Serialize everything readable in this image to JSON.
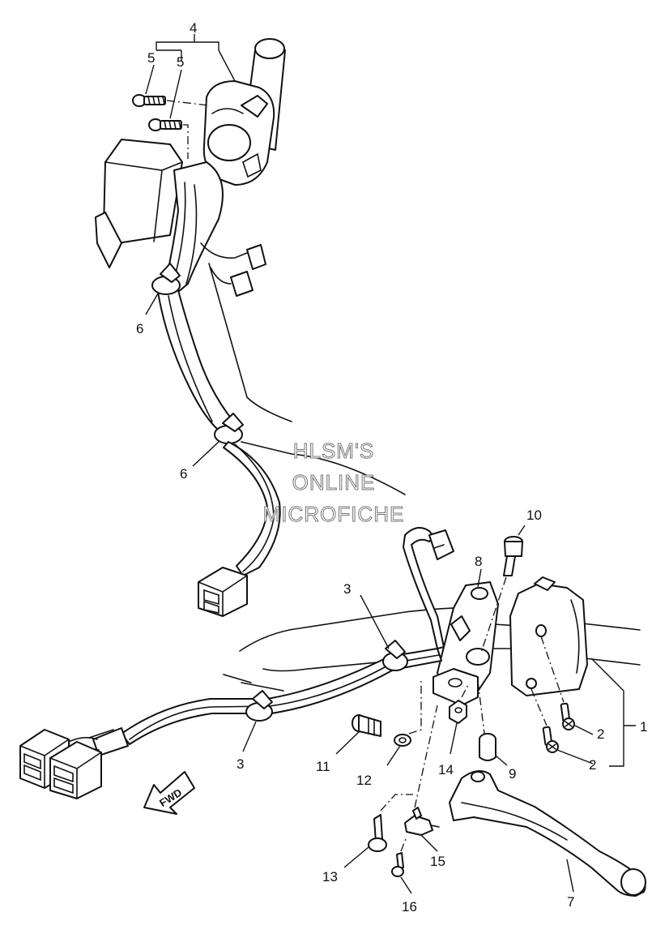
{
  "watermark": {
    "line1": "HLSM'S",
    "line2": "ONLINE",
    "line3": "MICROFICHE"
  },
  "direction_label": "FWD",
  "callouts": [
    {
      "id": "c4",
      "label": "4"
    },
    {
      "id": "c5a",
      "label": "5"
    },
    {
      "id": "c5b",
      "label": "5"
    },
    {
      "id": "c6a",
      "label": "6"
    },
    {
      "id": "c6b",
      "label": "6"
    },
    {
      "id": "c10",
      "label": "10"
    },
    {
      "id": "c8",
      "label": "8"
    },
    {
      "id": "c3a",
      "label": "3"
    },
    {
      "id": "c3b",
      "label": "3"
    },
    {
      "id": "c1",
      "label": "1"
    },
    {
      "id": "c2a",
      "label": "2"
    },
    {
      "id": "c2b",
      "label": "2"
    },
    {
      "id": "c9",
      "label": "9"
    },
    {
      "id": "c14",
      "label": "14"
    },
    {
      "id": "c12",
      "label": "12"
    },
    {
      "id": "c11",
      "label": "11"
    },
    {
      "id": "c13",
      "label": "13"
    },
    {
      "id": "c15",
      "label": "15"
    },
    {
      "id": "c16",
      "label": "16"
    },
    {
      "id": "c7",
      "label": "7"
    }
  ]
}
